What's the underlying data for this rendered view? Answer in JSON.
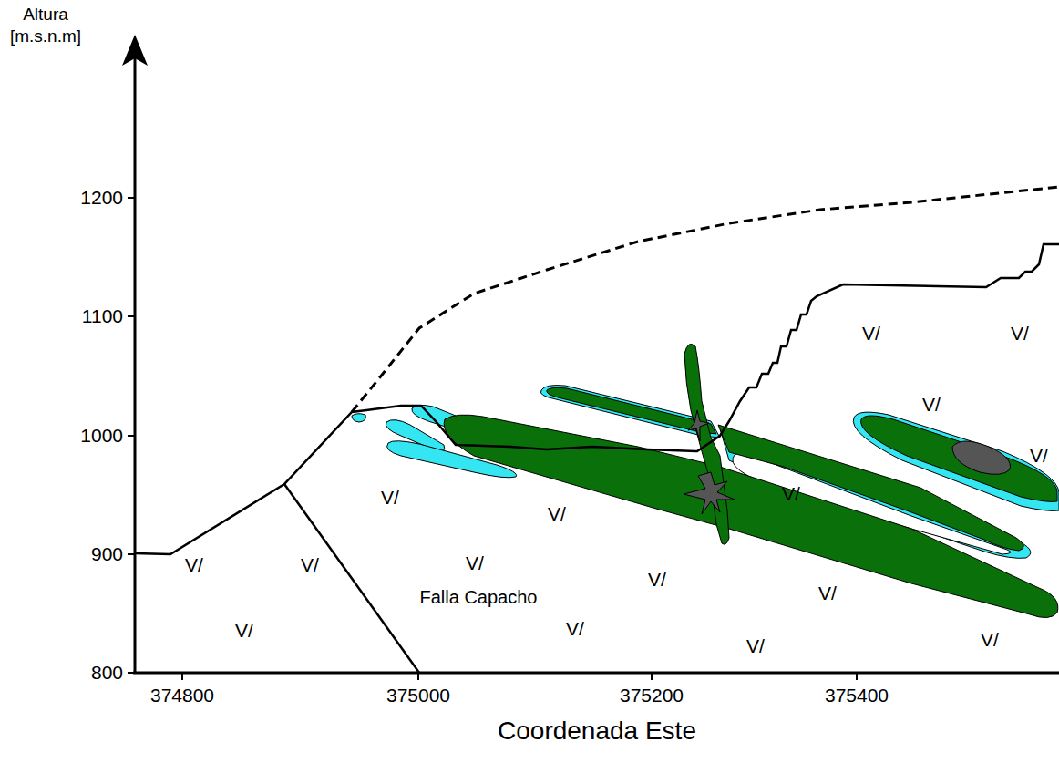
{
  "diagram": {
    "labels": [
      "Altura",
      "[m.s.n.m]",
      "1200",
      "1100",
      "1000",
      "900",
      "800",
      "374800",
      "375000",
      "375200",
      "375400",
      "Coordenada Este",
      "Falla Capacho",
      "V/",
      "V/",
      "V/",
      "V/",
      "V/",
      "V/",
      "V/",
      "V/",
      "V/",
      "V/",
      "V/",
      "V/",
      "V/",
      "V/",
      "V/",
      "V/"
    ]
  }
}
